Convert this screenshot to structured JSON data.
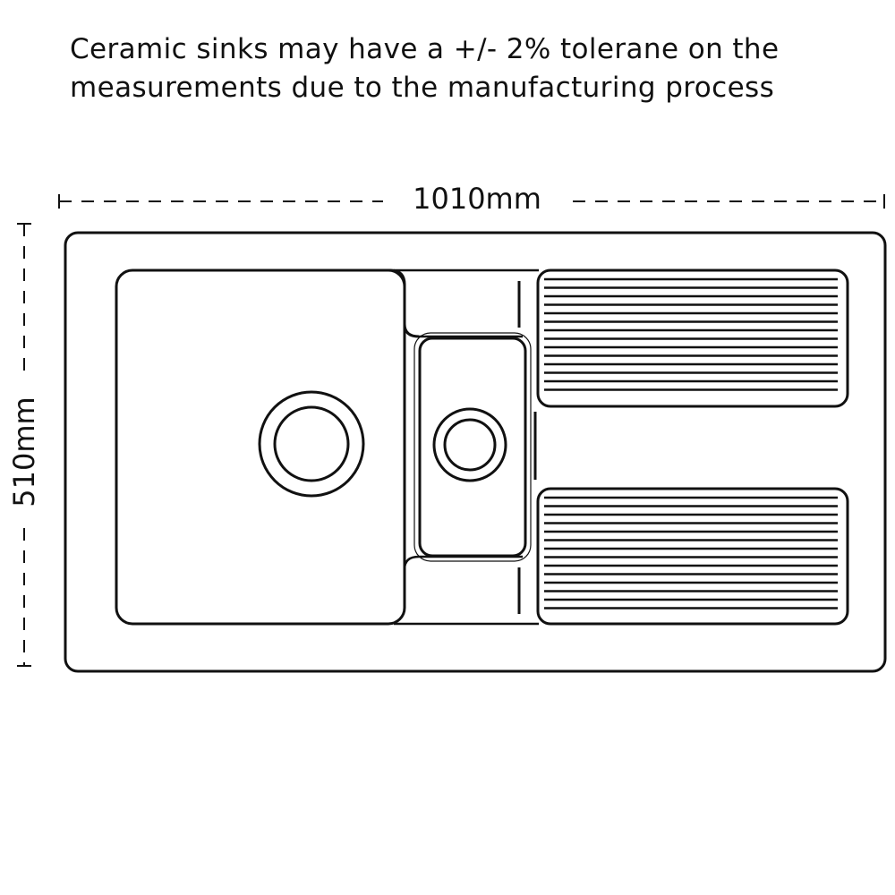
{
  "note": {
    "line1": "Ceramic sinks may have a +/- 2% tolerane on the",
    "line2": "measurements due to the manufacturing process"
  },
  "dimensions": {
    "width_label": "1010mm",
    "height_label": "510mm"
  },
  "colors": {
    "line": "#111111",
    "background": "#ffffff"
  }
}
